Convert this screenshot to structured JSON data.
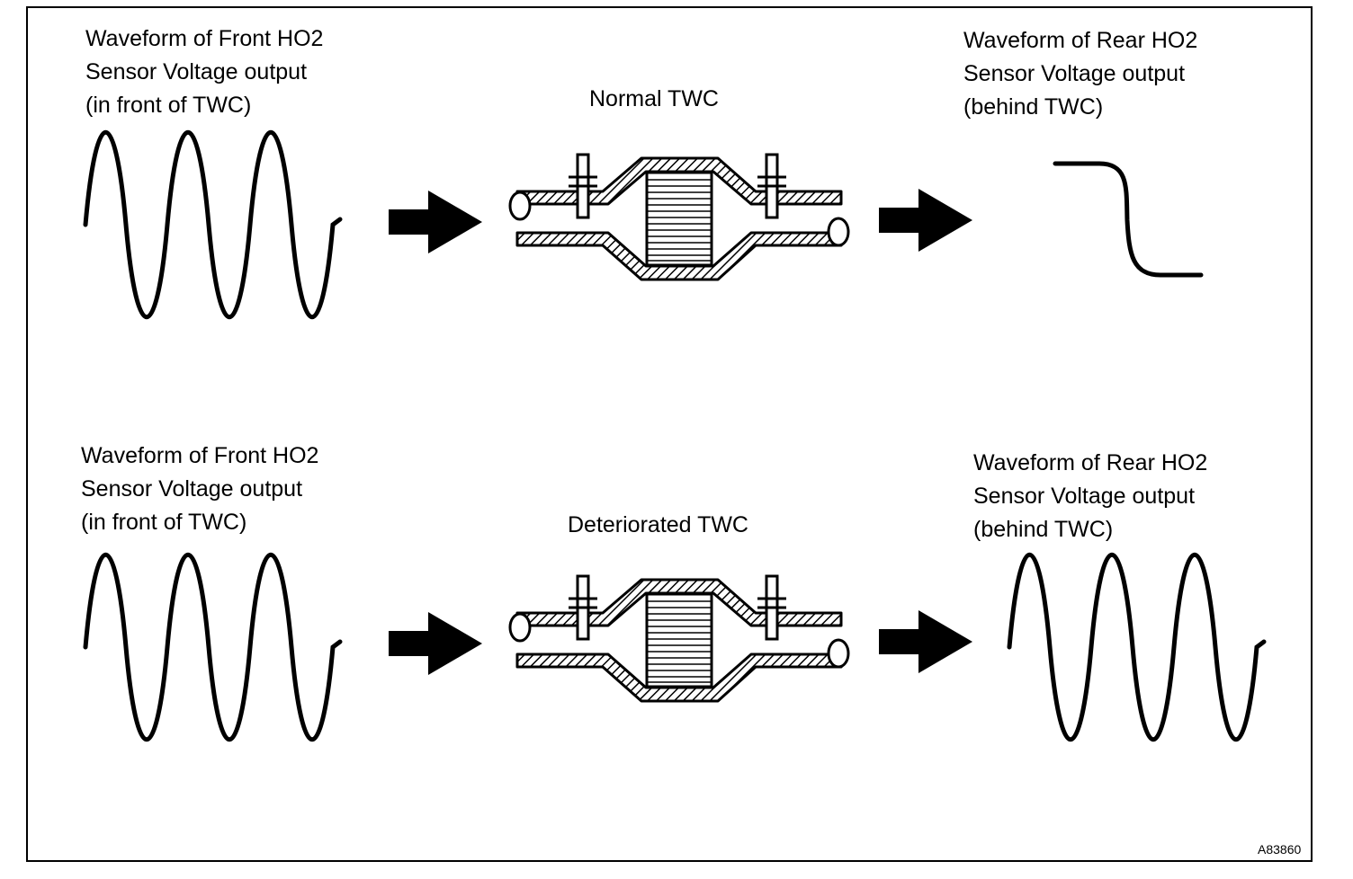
{
  "normal": {
    "front_label": [
      "Waveform of Front HO2",
      "Sensor Voltage output",
      "(in front of TWC)"
    ],
    "twc_label": "Normal TWC",
    "rear_label": [
      "Waveform of Rear HO2",
      "Sensor Voltage output",
      "(behind TWC)"
    ]
  },
  "deteriorated": {
    "front_label": [
      "Waveform of Front HO2",
      "Sensor Voltage output",
      "(in front of TWC)"
    ],
    "twc_label": "Deteriorated TWC",
    "rear_label": [
      "Waveform of Rear HO2",
      "Sensor Voltage output",
      "(behind TWC)"
    ]
  },
  "figure_code": "A83860",
  "colors": {
    "line": "#000000",
    "background": "#ffffff"
  }
}
